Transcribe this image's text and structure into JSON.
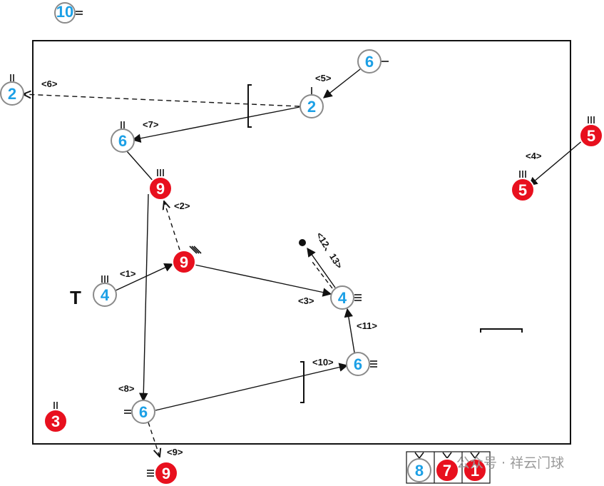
{
  "colors": {
    "blue": "#1ca0e6",
    "red": "#e8101e",
    "line": "#111111"
  },
  "players": {
    "p10": "10",
    "p2a": "2",
    "p2b": "2",
    "p6a": "6",
    "p6b": "6",
    "p6c": "6",
    "p6d": "6",
    "p9a": "9",
    "p9b": "9",
    "p9c": "9",
    "p4a": "4",
    "p4b": "4",
    "p5a": "5",
    "p5b": "5",
    "p3": "3",
    "p8": "8",
    "p7": "7",
    "p1": "1"
  },
  "labels": {
    "l1": "<1>",
    "l2": "<2>",
    "l3": "<3>",
    "l4": "<4>",
    "l5": "<5>",
    "l6": "<6>",
    "l7": "<7>",
    "l8": "<8>",
    "l9": "<9>",
    "l10": "<10>",
    "l11": "<11>",
    "l12": "<12、13>"
  },
  "goal_marker": "T",
  "watermark": "公众号 · 祥云门球"
}
